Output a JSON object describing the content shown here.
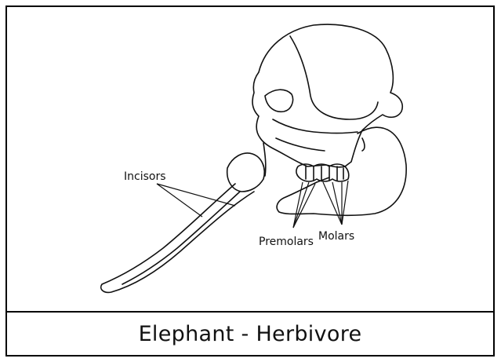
{
  "caption": "Elephant - Herbivore",
  "labels": {
    "incisors": "Incisors",
    "premolars": "Premolars",
    "molars": "Molars"
  },
  "colors": {
    "ink": "#111111",
    "background": "#ffffff"
  }
}
